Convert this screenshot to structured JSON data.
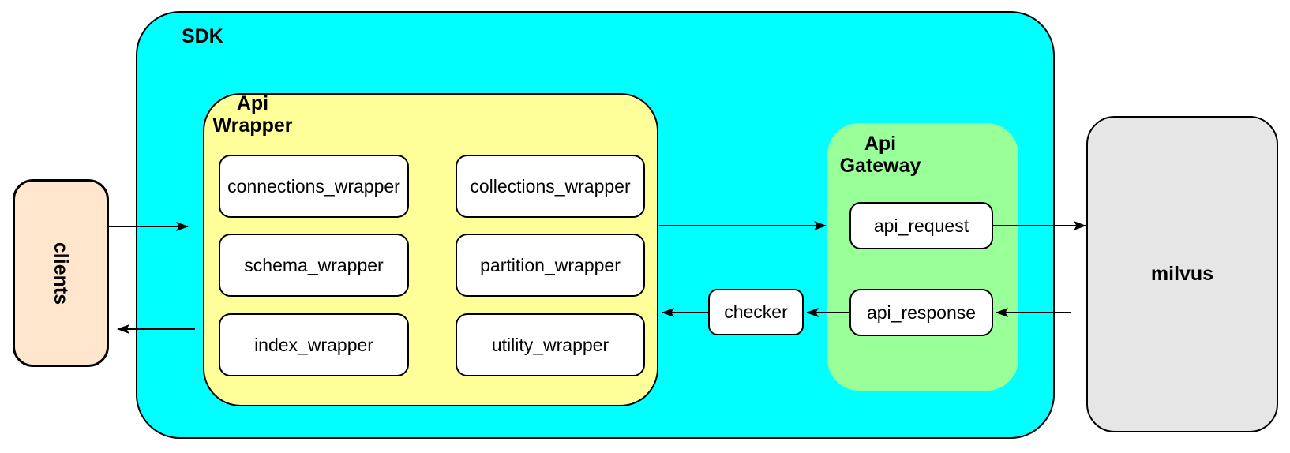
{
  "diagram": {
    "clients": {
      "label": "clients"
    },
    "sdk": {
      "label": "SDK",
      "api_wrapper": {
        "label": "Api\nWrapper",
        "modules": [
          "connections_wrapper",
          "collections_wrapper",
          "schema_wrapper",
          "partition_wrapper",
          "index_wrapper",
          "utility_wrapper"
        ]
      },
      "checker": {
        "label": "checker"
      },
      "api_gateway": {
        "label": "Api\nGateway",
        "request": "api_request",
        "response": "api_response"
      }
    },
    "milvus": {
      "label": "milvus"
    },
    "colors": {
      "sdk_fill": "#00ffff",
      "api_wrapper_fill": "#ffff99",
      "api_gateway_fill": "#99ff99",
      "clients_fill": "#ffe6cc",
      "milvus_fill": "#e6e6e6",
      "node_fill": "#ffffff",
      "stroke": "#000000"
    }
  }
}
